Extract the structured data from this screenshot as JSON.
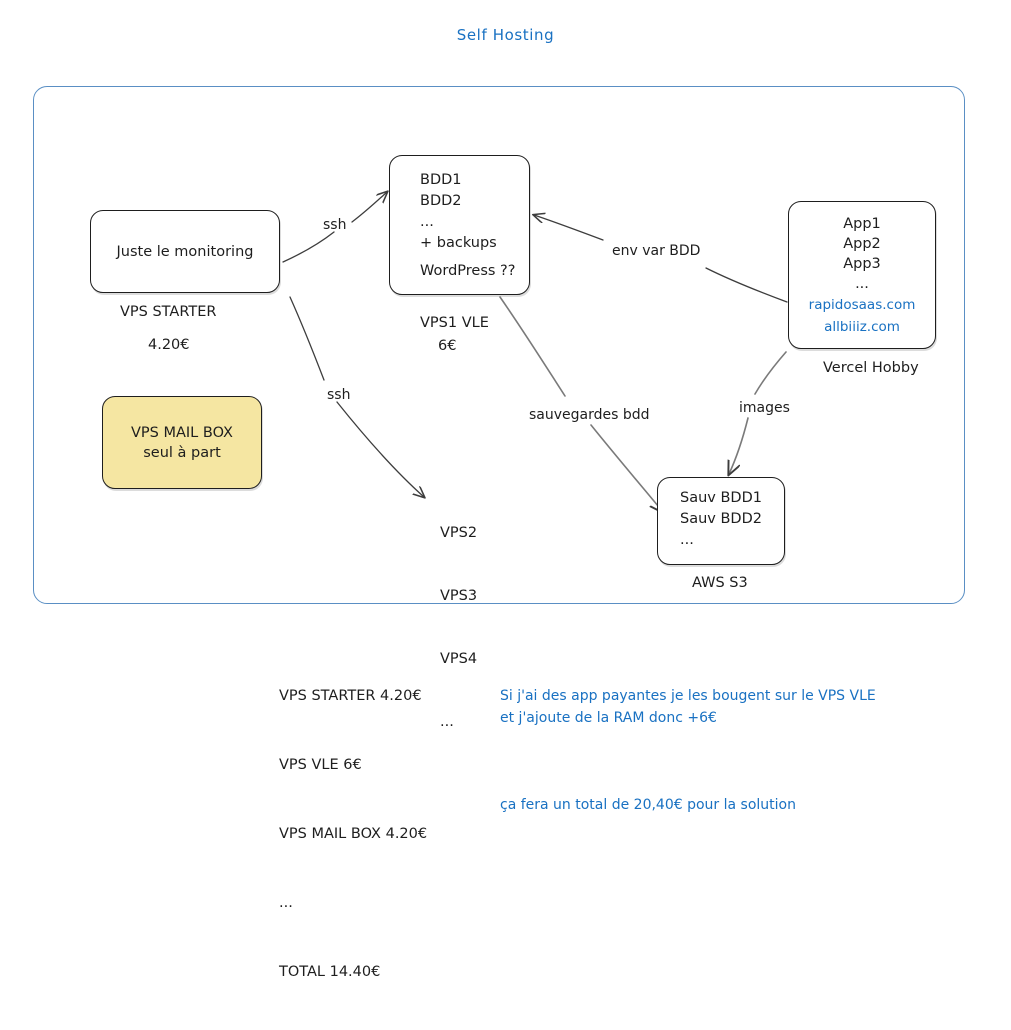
{
  "title": "Self Hosting",
  "colors": {
    "ink": "#1e1e1e",
    "accent_blue": "#1971c2",
    "frame_blue": "#5a8fc4",
    "sticky_yellow": "#f5e6a2"
  },
  "frame": {
    "label": "self-hosting-frame"
  },
  "nodes": {
    "monitoring": {
      "lines": [
        "Juste le monitoring"
      ],
      "caption": "VPS STARTER",
      "price": "4.20€"
    },
    "vps1": {
      "lines": [
        "BDD1",
        "BDD2",
        "...",
        "+ backups",
        "WordPress ??"
      ],
      "caption": "VPS1 VLE",
      "price": "6€"
    },
    "vercel": {
      "lines": [
        "App1",
        "App2",
        "App3",
        "..."
      ],
      "links": [
        "rapidosaas.com",
        "allbiiiz.com"
      ],
      "caption": "Vercel Hobby"
    },
    "mailbox": {
      "lines": [
        "VPS MAIL BOX",
        "seul à part"
      ]
    },
    "s3": {
      "lines": [
        "Sauv BDD1",
        "Sauv BDD2",
        "..."
      ],
      "caption": "AWS S3"
    },
    "vps_list": {
      "lines": [
        "VPS2",
        "VPS3",
        "VPS4",
        "..."
      ]
    }
  },
  "edges": {
    "ssh_to_vps1": "ssh",
    "ssh_to_vpslist": "ssh",
    "env_var_bdd": "env var BDD",
    "sauvegardes_bdd": "sauvegardes bdd",
    "images": "images"
  },
  "costs": {
    "lines": [
      "VPS STARTER 4.20€",
      "VPS VLE 6€",
      "VPS MAIL BOX 4.20€",
      "...",
      "TOTAL 14.40€"
    ]
  },
  "notes": {
    "note1": "Si j'ai des app payantes je les bougent sur le VPS VLE\net j'ajoute de la RAM donc +6€",
    "note2": "ça fera un total de 20,40€ pour la solution"
  }
}
